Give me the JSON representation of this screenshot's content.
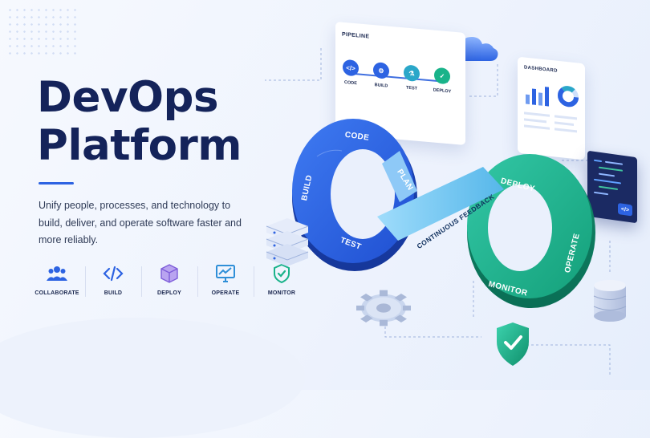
{
  "hero": {
    "title_line1": "DevOps",
    "title_line2": "Platform",
    "tagline": "Unify people, processes, and technology to build, deliver, and operate software faster and more reliably."
  },
  "features": [
    {
      "label": "COLLABORATE",
      "icon": "people-icon"
    },
    {
      "label": "BUILD",
      "icon": "code-icon"
    },
    {
      "label": "DEPLOY",
      "icon": "package-icon"
    },
    {
      "label": "OPERATE",
      "icon": "monitor-chart-icon"
    },
    {
      "label": "MONITOR",
      "icon": "shield-check-icon"
    }
  ],
  "pipeline": {
    "title": "PIPELINE",
    "steps": [
      {
        "label": "CODE",
        "icon": "code-icon",
        "color": "#2d63e2"
      },
      {
        "label": "BUILD",
        "icon": "gear-icon",
        "color": "#2d63e2"
      },
      {
        "label": "TEST",
        "icon": "flask-icon",
        "color": "#2aa7c9"
      },
      {
        "label": "DEPLOY",
        "icon": "check-icon",
        "color": "#19b38a"
      }
    ]
  },
  "dashboard": {
    "title": "DASHBOARD"
  },
  "loop": {
    "code": "CODE",
    "build": "BUILD",
    "test": "TEST",
    "plan": "PLAN",
    "feedback": "CONTINUOUS FEEDBACK",
    "deploy": "DEPLOY",
    "operate": "OPERATE",
    "monitor": "MONITOR"
  },
  "colors": {
    "title": "#14235a",
    "accent_blue": "#2d63e2",
    "accent_teal": "#19b38a",
    "feedback": "#6cc6f2"
  }
}
